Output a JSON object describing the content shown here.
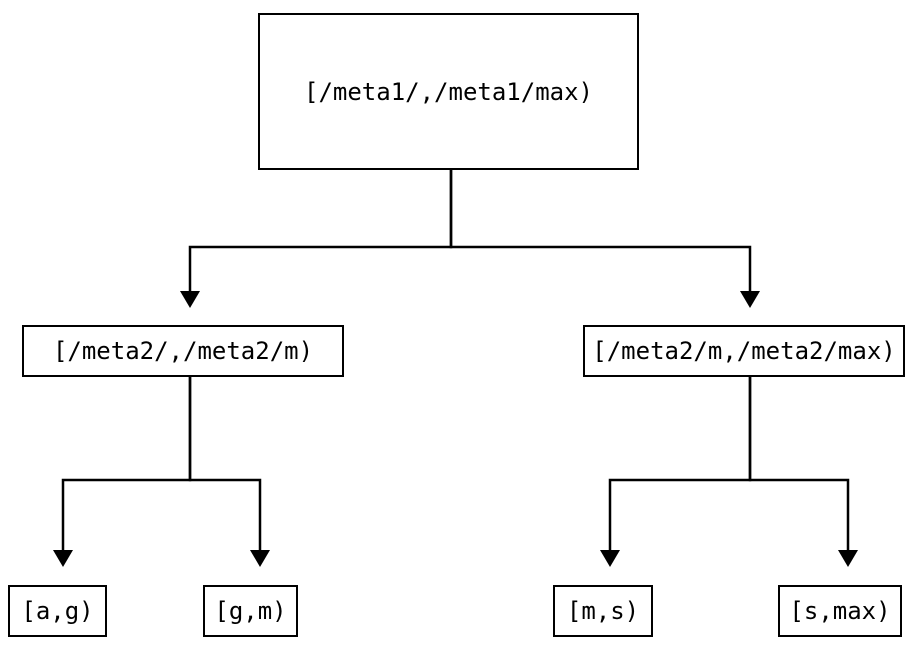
{
  "diagram": {
    "kind": "binary-tree",
    "nodes": {
      "root": "[/meta1/,/meta1/max)",
      "left_child": "[/meta2/,/meta2/m)",
      "right_child": "[/meta2/m,/meta2/max)",
      "leaf_a_g": "[a,g)",
      "leaf_g_m": "[g,m)",
      "leaf_m_s": "[m,s)",
      "leaf_s_max": "[s,max)"
    },
    "edges": [
      {
        "from": "root",
        "to": "left_child"
      },
      {
        "from": "root",
        "to": "right_child"
      },
      {
        "from": "left_child",
        "to": "leaf_a_g"
      },
      {
        "from": "left_child",
        "to": "leaf_g_m"
      },
      {
        "from": "right_child",
        "to": "leaf_m_s"
      },
      {
        "from": "right_child",
        "to": "leaf_s_max"
      }
    ],
    "colors": {
      "stroke": "#000000",
      "text": "#000000",
      "background": "#ffffff"
    }
  }
}
